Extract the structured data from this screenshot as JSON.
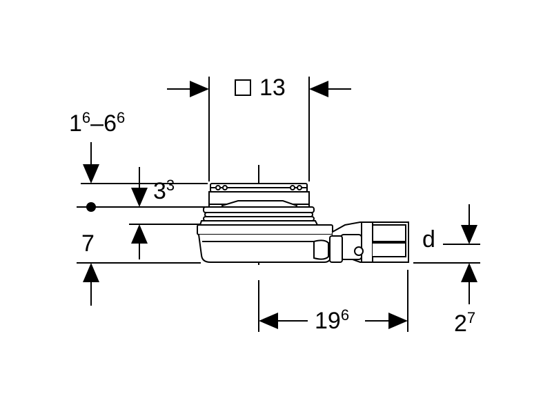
{
  "colors": {
    "line": "#000000",
    "background": "#ffffff",
    "part_fill": "#ffffff"
  },
  "labels": {
    "width_square": {
      "symbol": "square-icon",
      "value": "13"
    },
    "height_range": {
      "a": "1",
      "a_sup": "6",
      "dash": "–",
      "b": "6",
      "b_sup": "6"
    },
    "grate_depth": {
      "value": "3",
      "sup": "3"
    },
    "body_height": {
      "value": "7"
    },
    "outlet_diameter": {
      "value": "d"
    },
    "length": {
      "value": "19",
      "sup": "6"
    },
    "outlet_height": {
      "value": "2",
      "sup": "7"
    }
  }
}
